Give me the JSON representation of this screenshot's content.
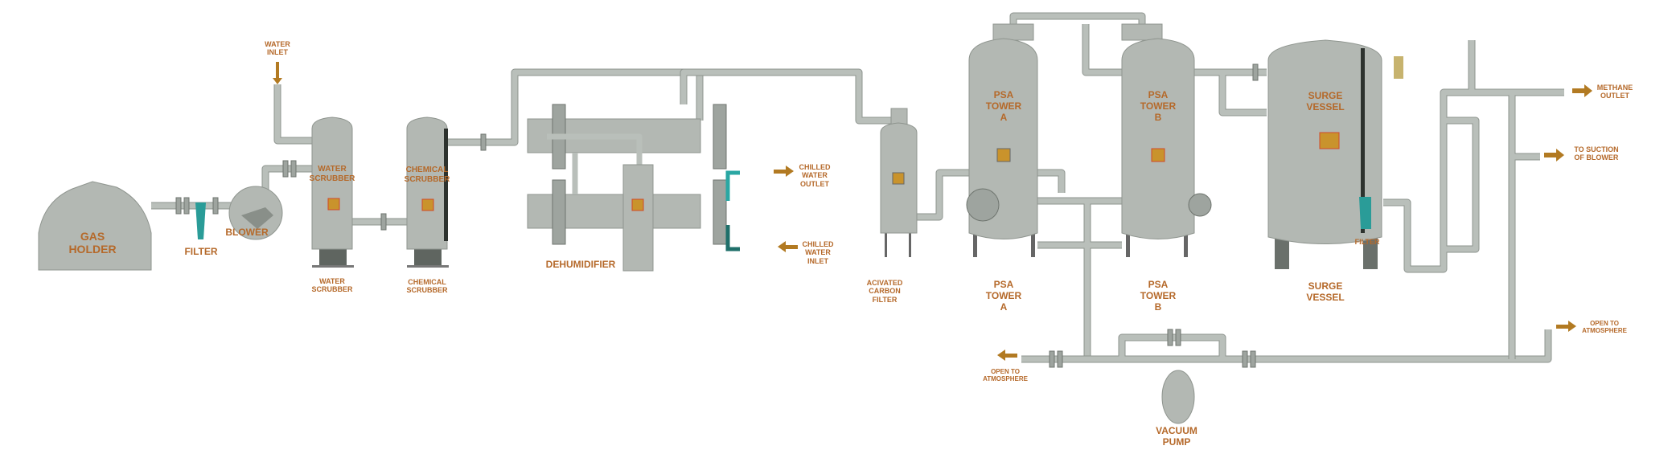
{
  "labels": {
    "gas_holder": [
      "GAS",
      "HOLDER"
    ],
    "filter": "FILTER",
    "blower": "BLOWER",
    "water_inlet": [
      "WATER",
      "INLET"
    ],
    "water_scrubber_on": [
      "WATER",
      "SCRUBBER"
    ],
    "water_scrubber_below": [
      "WATER",
      "SCRUBBER"
    ],
    "chemical_scrubber_on": [
      "CHEMICAL",
      "SCRUBBER"
    ],
    "chemical_scrubber_below": [
      "CHEMICAL",
      "SCRUBBER"
    ],
    "dehumidifier": "DEHUMIDIFIER",
    "chilled_water_outlet": [
      "CHILLED",
      "WATER",
      "OUTLET"
    ],
    "chilled_water_inlet": [
      "CHILLED",
      "WATER",
      "INLET"
    ],
    "activated_carbon_filter": [
      "ACIVATED",
      "CARBON",
      "FILTER"
    ],
    "psa_a_on": [
      "PSA",
      "TOWER",
      "A"
    ],
    "psa_a_below": [
      "PSA",
      "TOWER",
      "A"
    ],
    "psa_b_on": [
      "PSA",
      "TOWER",
      "B"
    ],
    "psa_b_below": [
      "PSA",
      "TOWER",
      "B"
    ],
    "surge_on": [
      "SURGE",
      "VESSEL"
    ],
    "surge_below": [
      "SURGE",
      "VESSEL"
    ],
    "surge_filter": "FILTER",
    "methane_outlet": [
      "METHANE",
      "OUTLET"
    ],
    "to_suction": [
      "TO SUCTION",
      "OF BLOWER"
    ],
    "open_atm_left": [
      "OPEN TO",
      "ATMOSPHERE"
    ],
    "open_atm_right": [
      "OPEN TO",
      "ATMOSPHERE"
    ],
    "vacuum_pump": [
      "VACUUM",
      "PUMP"
    ]
  },
  "colors": {
    "label": "#b5692a",
    "vessel": "#b3b8b3",
    "pipe": "#b9bfba",
    "arrow": "#b27a22",
    "filter": "#2a9c98"
  }
}
